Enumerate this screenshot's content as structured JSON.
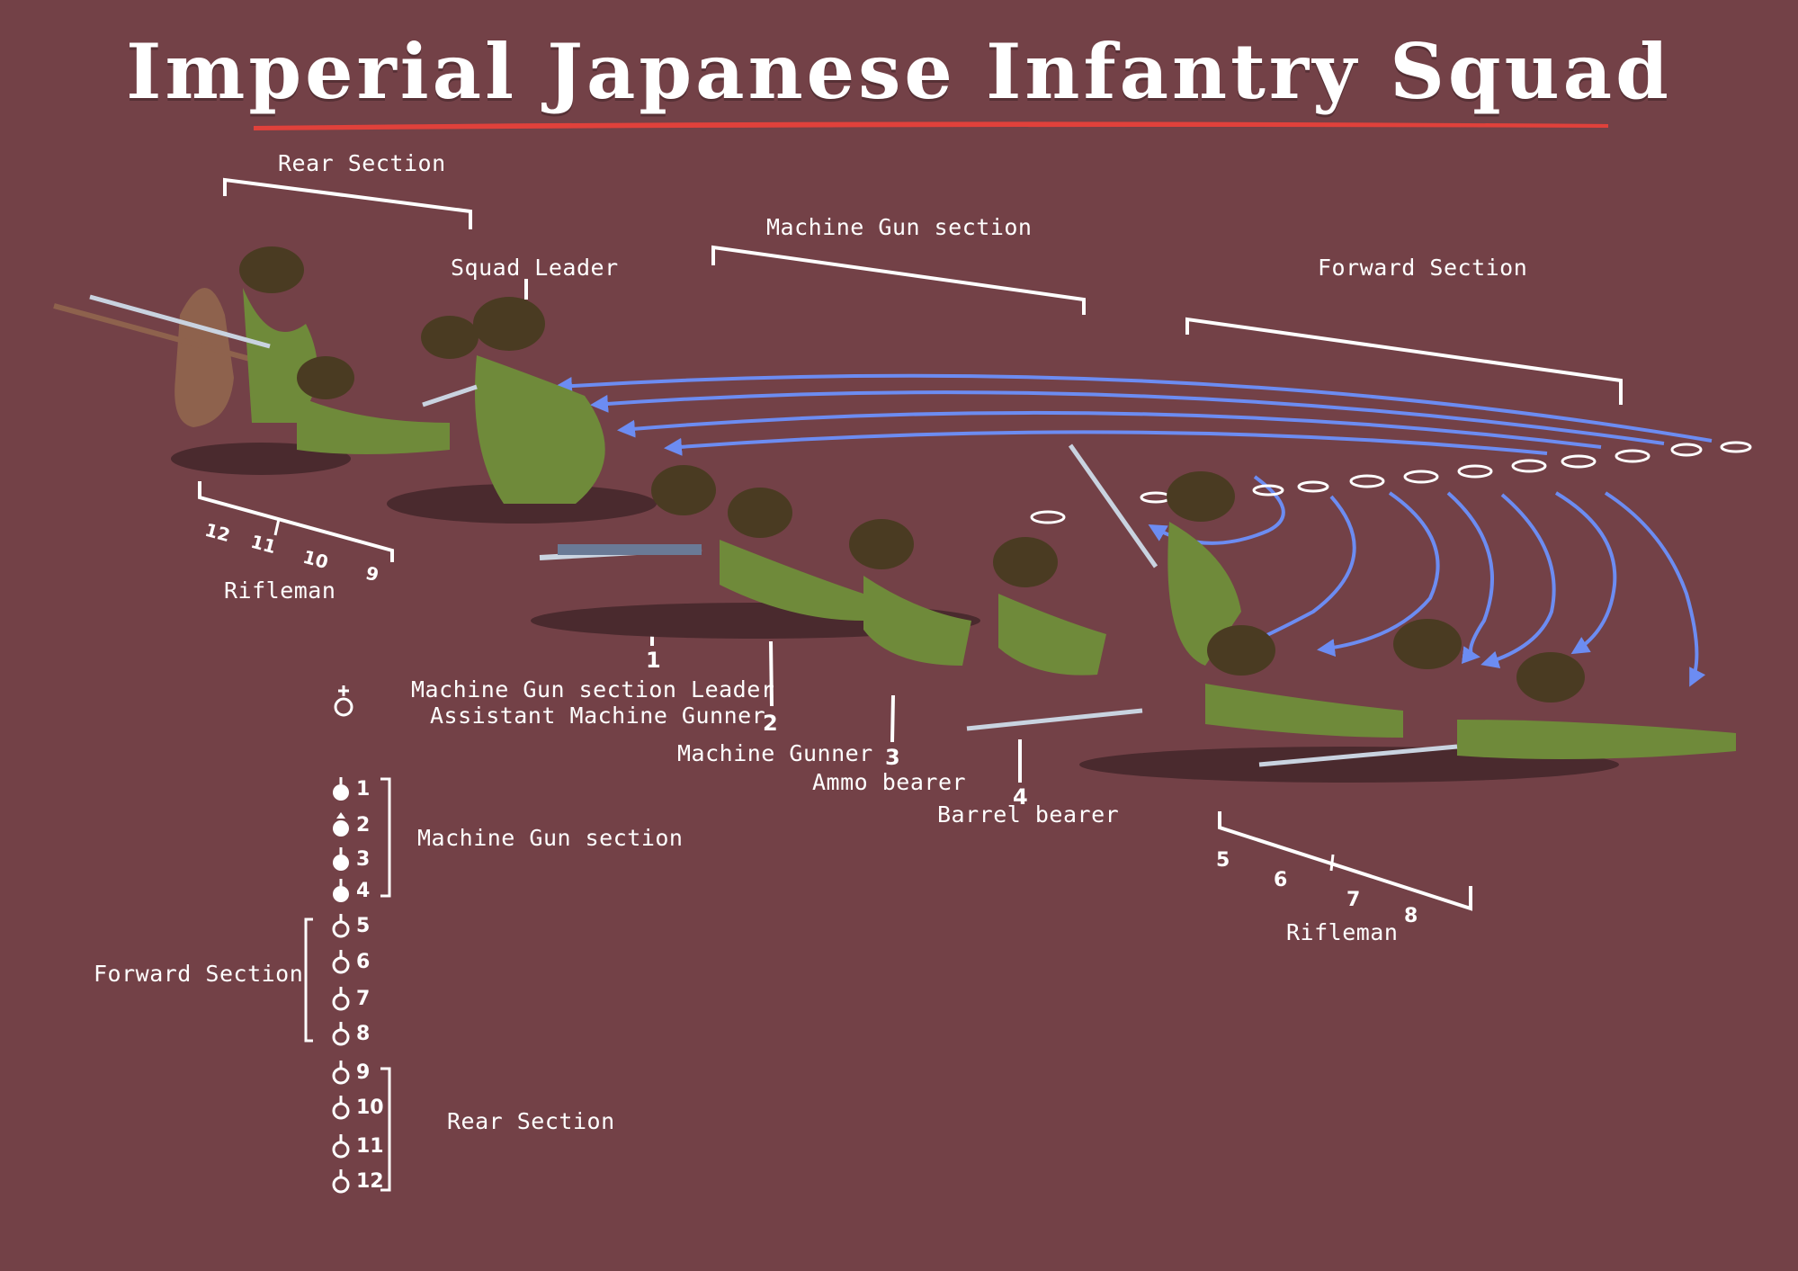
{
  "title": "Imperial Japanese Infantry Squad",
  "colors": {
    "background": "#734147",
    "title_underline": "#e0413b",
    "arrows": "#6c8cf2",
    "uniform": "#6f8a3a",
    "helmet": "#4a3b22"
  },
  "diagram_labels": {
    "rear_section_top": "Rear Section",
    "squad_leader": "Squad Leader",
    "machine_gun_section_top": "Machine Gun section",
    "forward_section_top": "Forward Section",
    "rifleman_left": "Rifleman",
    "rifleman_right": "Rifleman",
    "mg_section_leader": "Machine Gun  section  Leader",
    "assistant_machine_gunner": "Assistant Machine Gunner",
    "machine_gunner": "Machine Gunner",
    "ammo_bearer": "Ammo bearer",
    "barrel_bearer": "Barrel bearer"
  },
  "role_numbers": [
    "1",
    "2",
    "3",
    "4"
  ],
  "left_rifleman_numbers": [
    "12",
    "11",
    "10",
    "9"
  ],
  "right_rifleman_numbers": [
    "5",
    "6",
    "7",
    "8"
  ],
  "legend": {
    "leader_symbol": "squad-leader-symbol",
    "groups": [
      {
        "label": "Machine Gun section",
        "symbol": "filled",
        "members": [
          "1",
          "2",
          "3",
          "4"
        ]
      },
      {
        "label": "Forward Section",
        "symbol": "hollow",
        "members": [
          "5",
          "6",
          "7",
          "8"
        ]
      },
      {
        "label": "Rear Section",
        "symbol": "hollow",
        "members": [
          "9",
          "10",
          "11",
          "12"
        ]
      }
    ]
  }
}
